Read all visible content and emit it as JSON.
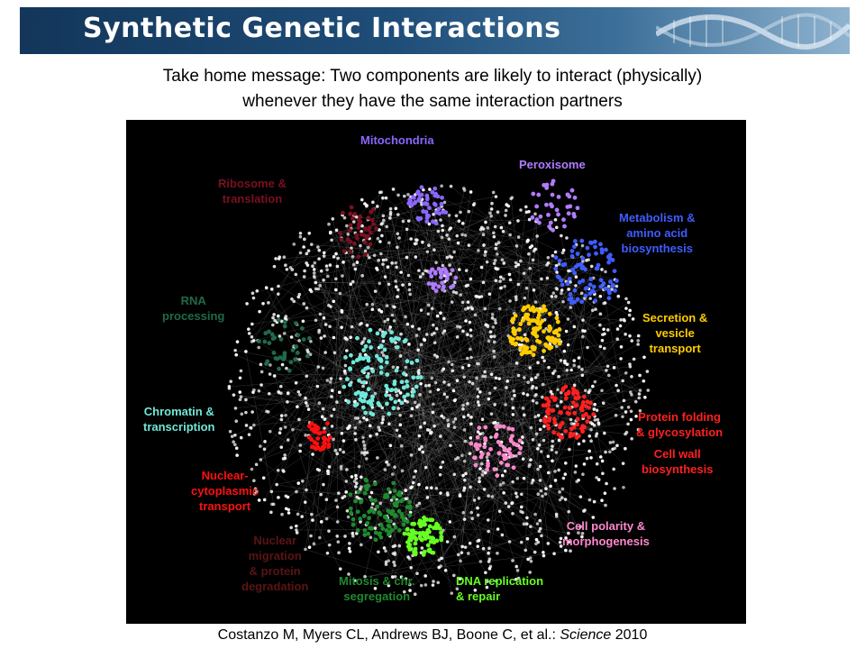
{
  "header": {
    "title": "Synthetic Genetic Interactions"
  },
  "message": {
    "line1": "Take home message: Two components are likely to interact (physically)",
    "line2": "whenever they have the same interaction partners"
  },
  "network": {
    "labels": [
      {
        "key": "mitochondria",
        "text": "Mitochondria",
        "color": "#8a66ff"
      },
      {
        "key": "ribosome",
        "text": "Ribosome &\ntranslation",
        "color": "#7a1020"
      },
      {
        "key": "peroxisome",
        "text": "Peroxisome",
        "color": "#b07cff"
      },
      {
        "key": "metabolism",
        "text": "Metabolism &\namino acid\nbiosynthesis",
        "color": "#3f5cff"
      },
      {
        "key": "rna",
        "text": "RNA\nprocessing",
        "color": "#1f6a4a"
      },
      {
        "key": "secretion",
        "text": "Secretion &\nvesicle\ntransport",
        "color": "#ffcc00"
      },
      {
        "key": "chromatin",
        "text": "Chromatin &\ntranscription",
        "color": "#6fe8d8"
      },
      {
        "key": "protein_folding",
        "text": "Protein folding\n& glycosylation",
        "color": "#ff2020"
      },
      {
        "key": "cell_wall",
        "text": "Cell wall\nbiosynthesis",
        "color": "#ff2020"
      },
      {
        "key": "nuclear_cyto",
        "text": "Nuclear-\ncytoplasmic\ntransport",
        "color": "#ff1010"
      },
      {
        "key": "cell_polarity",
        "text": "Cell polarity &\nmorphogenesis",
        "color": "#ff88cc"
      },
      {
        "key": "nuclear_migration",
        "text": "Nuclear\nmigration\n& protein\ndegradation",
        "color": "#5a1414"
      },
      {
        "key": "mitosis",
        "text": "Mitosis & chr.\nsegregation",
        "color": "#1e8a2e"
      },
      {
        "key": "dna_replication",
        "text": "DNA replication\n& repair",
        "color": "#66ff22"
      }
    ]
  },
  "citation": {
    "authors": "Costanzo M, Myers CL, Andrews BJ, Boone C, et al.:",
    "journal": "Science",
    "year": "2010"
  }
}
